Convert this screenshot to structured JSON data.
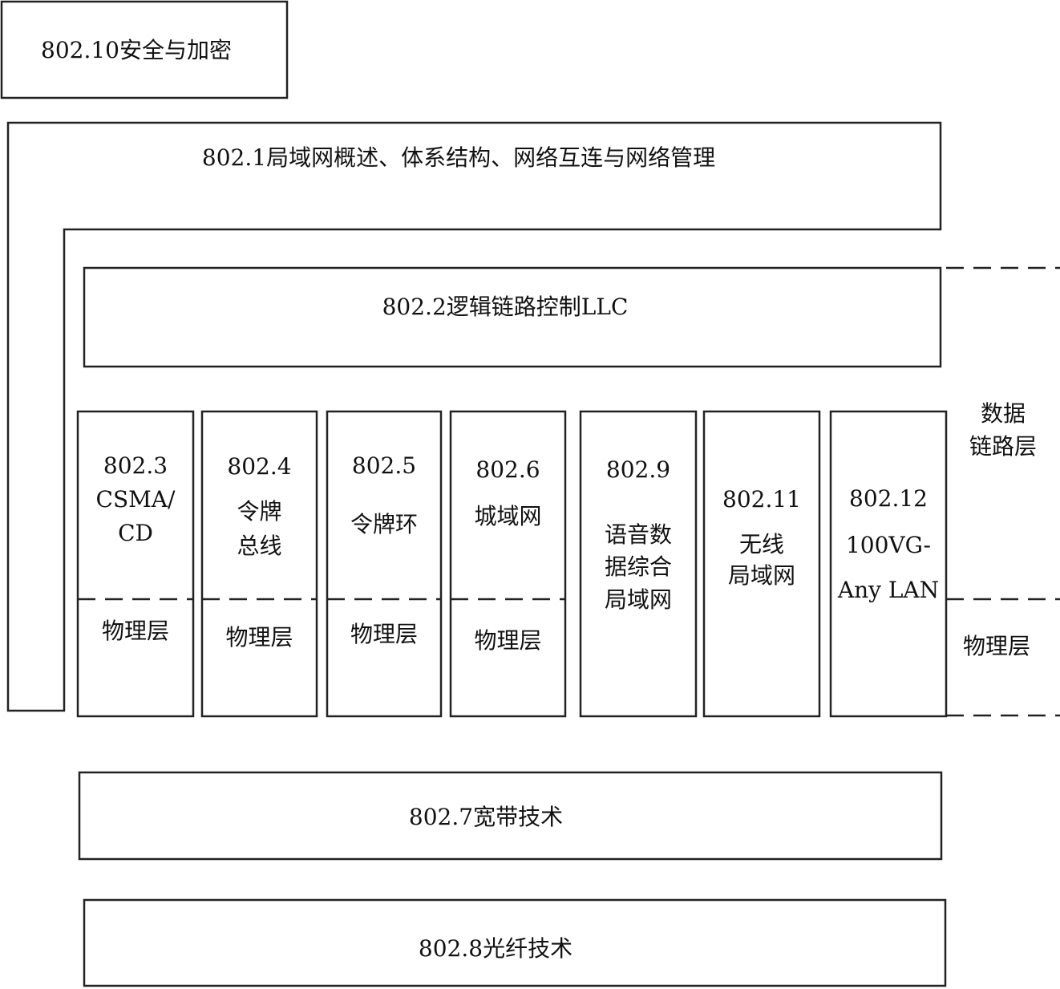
{
  "blocks": {
    "security": "802.10安全与加密",
    "overview": "802.1局域网概述、体系结构、网络互连与网络管理",
    "llc": "802.2逻辑链路控制LLC",
    "broadband": "802.7宽带技术",
    "fiber": "802.8光纤技术"
  },
  "columns": [
    {
      "std": "802.3",
      "lines": [
        "CSMA/",
        "CD"
      ],
      "phy": "物理层"
    },
    {
      "std": "802.4",
      "lines": [
        "令牌",
        "总线"
      ],
      "phy": "物理层"
    },
    {
      "std": "802.5",
      "lines": [
        "令牌环"
      ],
      "phy": "物理层"
    },
    {
      "std": "802.6",
      "lines": [
        "城域网"
      ],
      "phy": "物理层"
    },
    {
      "std": "802.9",
      "lines": [
        "语音数",
        "据综合",
        "局域网"
      ],
      "phy": ""
    },
    {
      "std": "802.11",
      "lines": [
        "无线",
        "局域网"
      ],
      "phy": ""
    },
    {
      "std": "802.12",
      "lines": [
        "100VG-",
        "Any LAN"
      ],
      "phy": ""
    }
  ],
  "layers": {
    "datalink": [
      "数据",
      "链路层"
    ],
    "physical": "物理层"
  }
}
